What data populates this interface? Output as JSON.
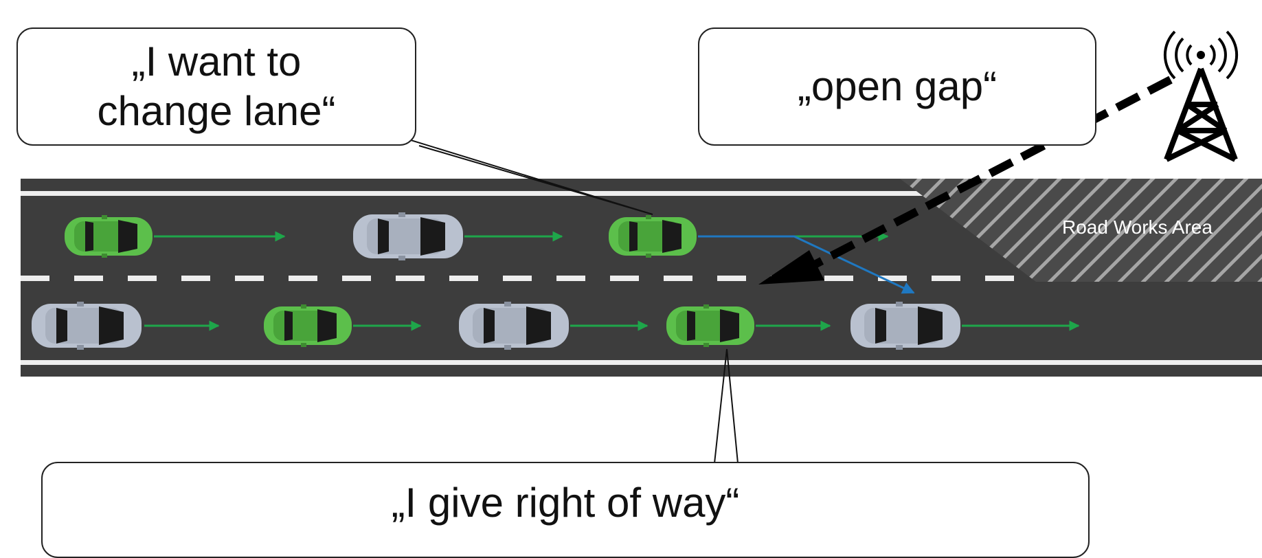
{
  "callouts": {
    "lane_change": "„I want to\nchange lane“",
    "open_gap": "„open gap“",
    "give_way": "„I give right of way“"
  },
  "road": {
    "works_area_label": "Road Works Area"
  },
  "colors": {
    "asphalt": "#3d3d3d",
    "lane_marking": "#eeeeee",
    "hatch": "#9a9a9a",
    "green_car": "#5cbf4b",
    "grey_car": "#b9c1cf",
    "motion_arrow": "#1ea64a",
    "lane_change_path": "#1f78c1",
    "v2x_arrow": "#000000"
  },
  "icons": {
    "tower": "radio-tower-icon"
  }
}
